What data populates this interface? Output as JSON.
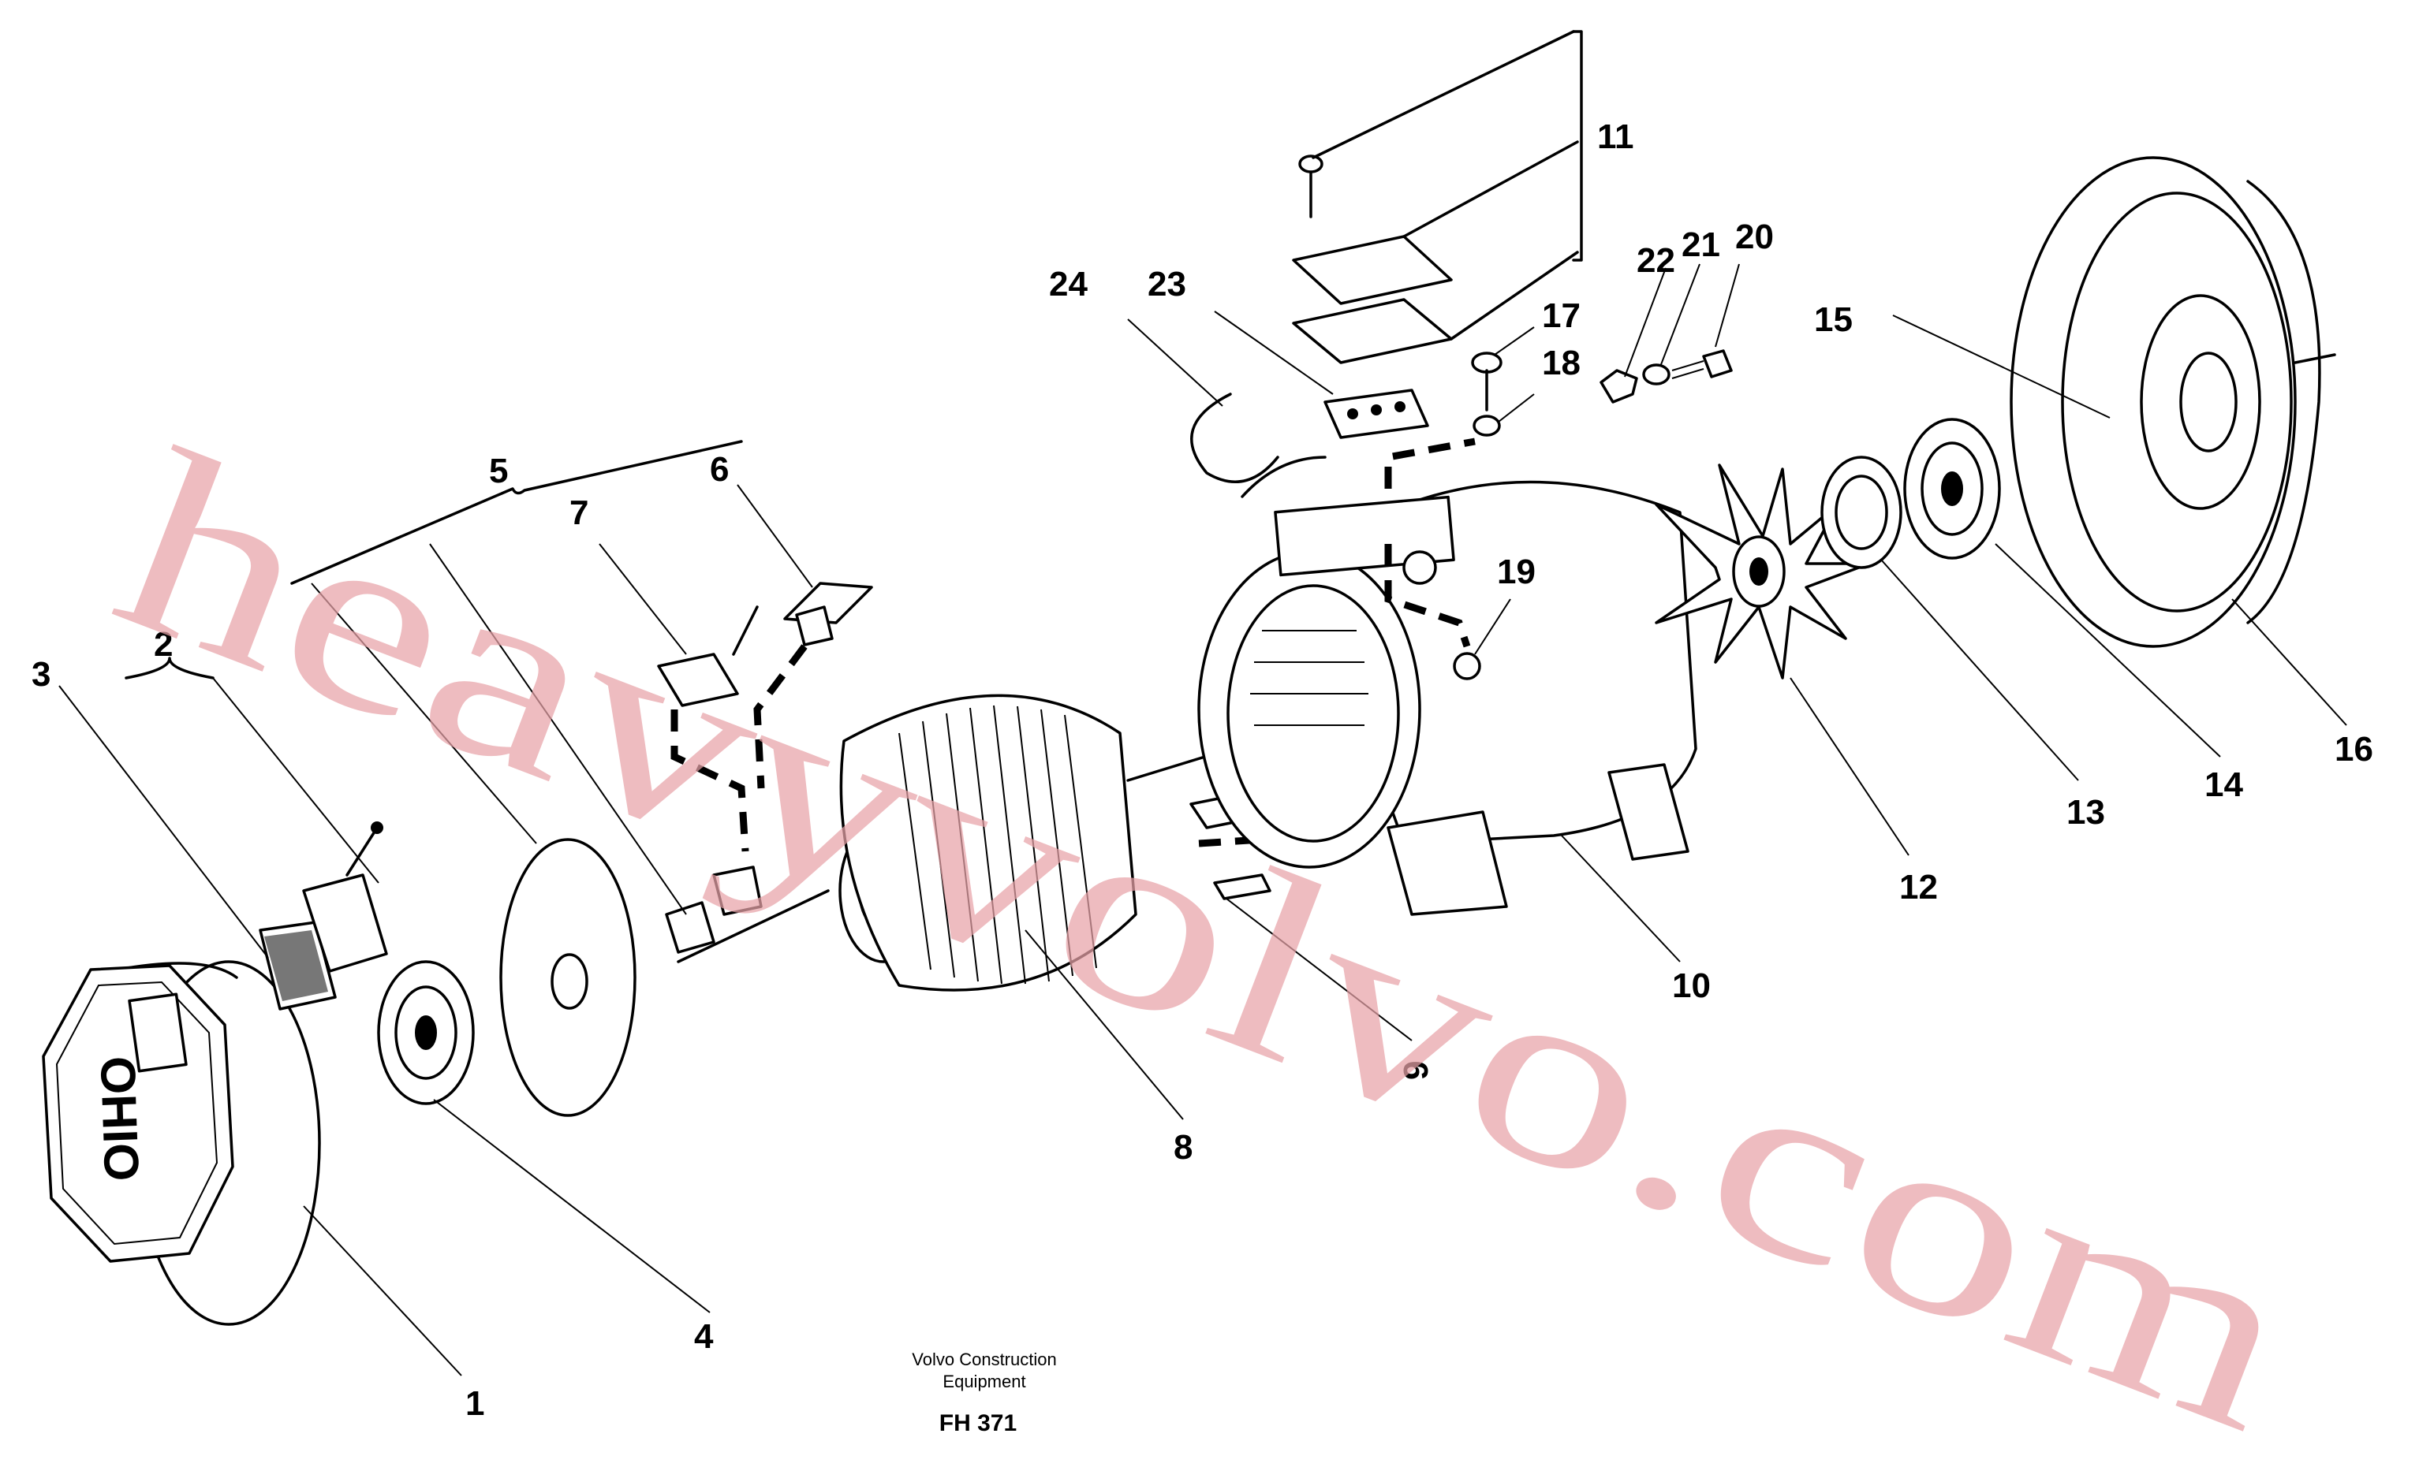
{
  "callouts": [
    "1",
    "2",
    "3",
    "4",
    "5",
    "6",
    "7",
    "8",
    "9",
    "10",
    "11",
    "12",
    "13",
    "14",
    "15",
    "16",
    "17",
    "18",
    "19",
    "20",
    "21",
    "22",
    "23",
    "24"
  ],
  "cover_logo": "OHIO",
  "watermark": "heavyvolvo.com",
  "caption": {
    "line1": "Volvo Construction",
    "line2": "Equipment",
    "figure": "FH 371"
  },
  "colors": {
    "line": "#000000",
    "background": "#ffffff",
    "watermark": "#e8a3a8"
  }
}
